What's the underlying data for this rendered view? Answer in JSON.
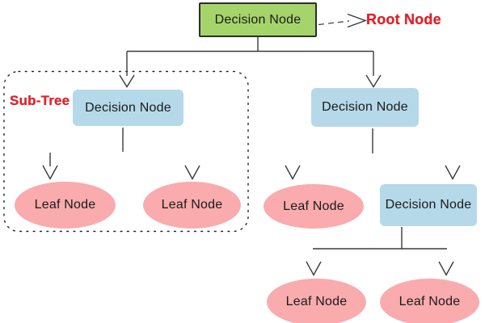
{
  "diagram": {
    "title": "decision-tree-structure",
    "colors": {
      "root_fill": "#a5d46a",
      "root_border": "#2d2d2d",
      "decision_fill": "#b5d9e9",
      "leaf_fill": "#f9abae",
      "annotation_red": "#e32228",
      "line": "#3a3a3a"
    },
    "annotations": {
      "root_label": "Root Node",
      "subtree_label": "Sub-Tree"
    },
    "nodes": {
      "root": {
        "label": "Decision Node",
        "type": "decision"
      },
      "subtree_decision": {
        "label": "Decision Node",
        "type": "decision"
      },
      "subtree_leaf_left": {
        "label": "Leaf Node",
        "type": "leaf"
      },
      "subtree_leaf_right": {
        "label": "Leaf Node",
        "type": "leaf"
      },
      "right_decision": {
        "label": "Decision Node",
        "type": "decision"
      },
      "right_leaf": {
        "label": "Leaf Node",
        "type": "leaf"
      },
      "right_decision_2": {
        "label": "Decision Node",
        "type": "decision"
      },
      "bottom_leaf_left": {
        "label": "Leaf Node",
        "type": "leaf"
      },
      "bottom_leaf_right": {
        "label": "Leaf Node",
        "type": "leaf"
      }
    }
  }
}
